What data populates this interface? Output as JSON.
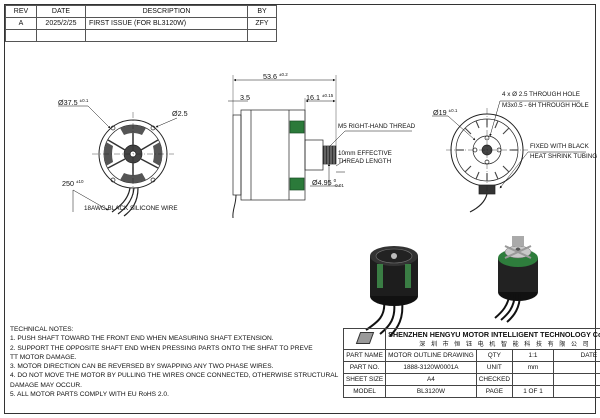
{
  "revision_table": {
    "headers": [
      "REV",
      "DATE",
      "DESCRIPTION",
      "BY"
    ],
    "rows": [
      [
        "A",
        "2025/2/25",
        "FIRST ISSUE (FOR BL3120W)",
        "ZFY"
      ]
    ]
  },
  "front_view": {
    "dia_main": "Ø37.5",
    "dia_main_tol": "±0.1",
    "dia_hole": "Ø2.5",
    "lead_length": "250",
    "lead_length_tol": "±10",
    "wire_label": "18AWG BLACK SILICONE WIRE"
  },
  "side_view": {
    "overall_length": "53.6",
    "overall_length_tol": "±0.2",
    "flange": "3.5",
    "shaft_length": "16.1",
    "shaft_length_tol": "±0.15",
    "thread_label": "M5 RIGHT-HAND THREAD",
    "thread_length_1": "10mm EFFECTIVE",
    "thread_length_2": "THREAD LENGTH",
    "shaft_dia": "Ø4.95",
    "shaft_dia_tol_top": "0",
    "shaft_dia_tol_bottom": "-0.01"
  },
  "rear_view": {
    "pcd": "Ø19",
    "pcd_tol": "±0.1",
    "holes_1": "4 x Ø 2.5 THROUGH HOLE",
    "holes_2": "M3x0.5 - 6H THROUGH HOLE",
    "fixed_1": "FIXED WITH BLACK",
    "fixed_2": "HEAT SHRINK TUBING"
  },
  "notes": {
    "title": "TECHNICAL NOTES:",
    "items": [
      "1.  PUSH SHAFT TOWARD THE FRONT END WHEN MEASURING SHAFT EXTENSION.",
      "2.  SUPPORT THE OPPOSITE SHAFT END WHEN PRESSING PARTS ONTO THE SHFAT  TO PREVE",
      "     TT MOTOR DAMAGE.",
      "3.  MOTOR DIRECTION CAN BE REVERSED BY SWAPPING ANY TWO PHASE WIRES.",
      "4.  DO NOT MOVE THE MOTOR BY PULLING THE WIRES ONCE CONNECTED, OTHERWISE STRUCTURAL",
      "     DAMAGE MAY OCCUR.",
      "5.  ALL MOTOR PARTS COMPLY WITH EU RoHS 2.0."
    ]
  },
  "title_block": {
    "company_en": "SHENZHEN HENGYU MOTOR INTELLIGENT TECHNOLOGY Co.,LTD.",
    "company_cn": "深 圳 市 恒 钰 电 机 智 能 科 技 有 限 公 司",
    "part_name_label": "PART NAME",
    "part_name": "MOTOR OUTLINE DRAWING",
    "qty_label": "QTY",
    "qty": "1:1",
    "date_label": "DATE",
    "part_no_label": "PART NO.",
    "part_no": "1888-3120W0001A",
    "unit_label": "UNIT",
    "unit": "mm",
    "sheet_size_label": "SHEET SIZE",
    "sheet_size": "A4",
    "checked_label": "CHECKED",
    "model_label": "MODEL",
    "model": "BL3120W",
    "page_label": "PAGE",
    "page": "1 OF 1"
  }
}
